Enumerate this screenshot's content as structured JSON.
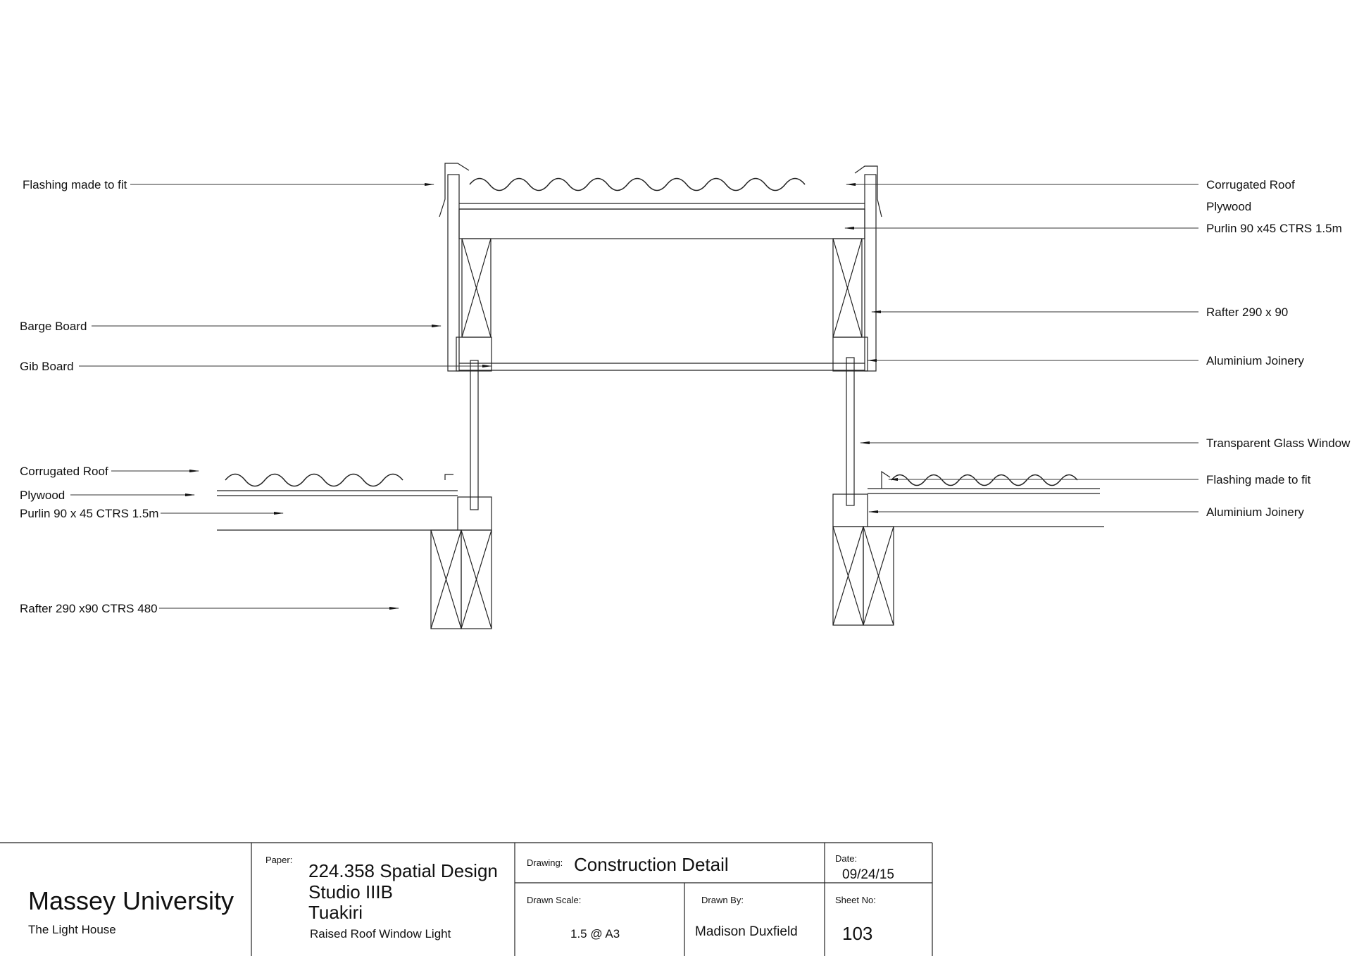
{
  "labels_left": {
    "flashing_top": "Flashing made to fit",
    "barge_board": "Barge Board",
    "gib_board": "Gib Board",
    "corrugated_roof": "Corrugated Roof",
    "plywood": "Plywood",
    "purlin": "Purlin 90 x 45 CTRS 1.5m",
    "rafter": "Rafter 290 x90 CTRS 480"
  },
  "labels_right": {
    "corrugated_roof": "Corrugated Roof",
    "plywood": "Plywood",
    "purlin": "Purlin  90 x45  CTRS 1.5m",
    "rafter": "Rafter 290 x 90",
    "aluminium_joinery_top": "Aluminium Joinery",
    "glass_window": "Transparent Glass Window",
    "flashing_low": "Flashing made to fit",
    "aluminium_joinery_low": "Aluminium Joinery"
  },
  "title_block": {
    "institution": "Massey University",
    "project": "The Light House",
    "paper_label": "Paper:",
    "paper_line1": "224.358 Spatial Design",
    "paper_line2": "Studio IIIB",
    "paper_line3": "Tuakiri",
    "paper_sub": "Raised Roof Window Light",
    "drawing_label": "Drawing:",
    "drawing_title": "Construction Detail",
    "date_label": "Date:",
    "date_value": "09/24/15",
    "scale_label": "Drawn Scale:",
    "scale_value": "1.5 @ A3",
    "drawn_by_label": "Drawn By:",
    "drawn_by_value": "Madison Duxfield",
    "sheet_label": "Sheet No:",
    "sheet_value": "103"
  }
}
